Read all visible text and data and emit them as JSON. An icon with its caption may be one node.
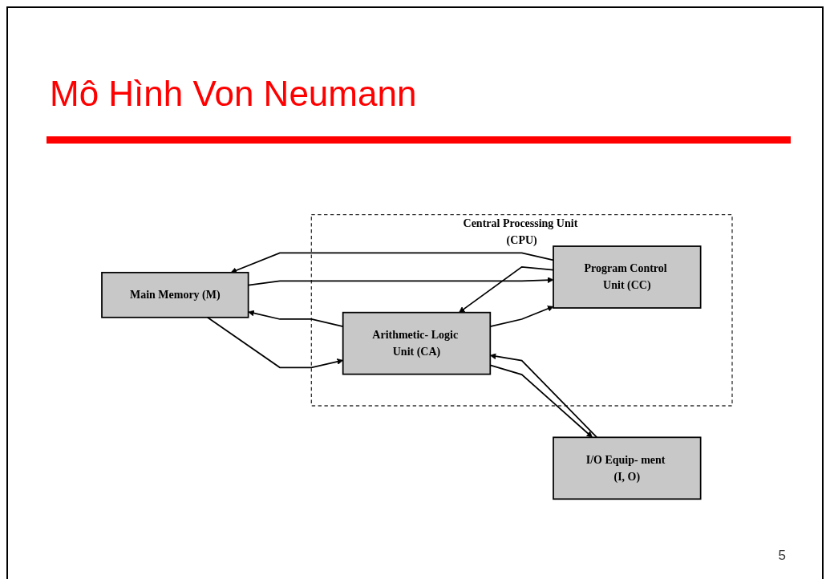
{
  "diagram": {
    "title": "Mô Hình Von Neumann",
    "nodes": [
      {
        "text": [
          "Main Memory (M)"
        ]
      },
      {
        "text": [
          "Central Processing Unit (CPU)"
        ]
      },
      {
        "text": [
          "Arithmetic- Logic Unit (CA)"
        ],
        "in": 1
      },
      {
        "text": [
          "Program Control Unit (CC)"
        ],
        "in": 1
      },
      {
        "text": [
          "I/O Equip- ment (I, O)"
        ]
      }
    ],
    "edges": [
      {
        "from": 0,
        "to": 2,
        "arrow": "to"
      },
      {
        "from": 2,
        "to": 0,
        "arrow": "to"
      },
      {
        "from": 2,
        "to": 4,
        "arrow": "to"
      },
      {
        "from": 4,
        "to": 2,
        "arrow": "to"
      },
      {
        "from": 3,
        "to": 2,
        "arrow": "to"
      },
      {
        "from": 2,
        "to": 3,
        "arrow": "to"
      },
      {
        "from": 0,
        "to": 3,
        "arrow": "to"
      },
      {
        "from": 3,
        "to": 0,
        "arrow": "to"
      }
    ],
    "labels": [
      "5"
    ]
  }
}
